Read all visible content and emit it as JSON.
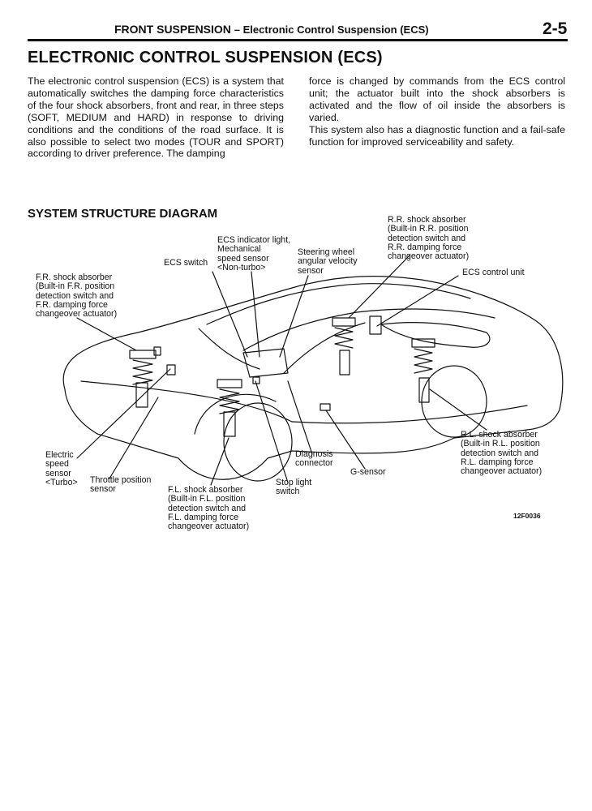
{
  "header": {
    "section": "FRONT SUSPENSION",
    "subsection": "– Electronic Control Suspension (ECS)",
    "page": "2-5"
  },
  "title": "ELECTRONIC CONTROL SUSPENSION (ECS)",
  "intro": {
    "left": "The electronic control suspension (ECS) is a system that automatically switches the damping force characteristics of the four shock absorbers, front and rear, in three steps (SOFT, MEDIUM and HARD) in response to driving conditions and the conditions of the road surface. It is also possible to select two modes (TOUR and SPORT) according to driver preference. The damping",
    "right_1": "force is changed by commands from the ECS control unit; the actuator built into the shock absorbers is activated and the flow of oil inside the absorbers is varied.",
    "right_2": "This system also has a diagnostic function and a fail-safe function for improved serviceability and safety."
  },
  "diagram": {
    "title": "SYSTEM STRUCTURE DIAGRAM",
    "figure_code": "12F0036",
    "labels": {
      "rr_shock": "R.R. shock absorber\n(Built-in R.R. position\ndetection switch and\nR.R. damping force\nchangeover actuator)",
      "ecs_indicator": "ECS indicator light,\nMechanical\nspeed sensor\n<Non-turbo>",
      "ecs_switch": "ECS switch",
      "steering_sensor": "Steering wheel\nangular velocity\nsensor",
      "ecs_control_unit": "ECS control unit",
      "fr_shock": "F.R. shock absorber\n(Built-in F.R. position\ndetection switch and\nF.R. damping force\nchangeover actuator)",
      "rl_shock": "R.L. shock absorber\n(Built-in R.L. position\ndetection switch and\nR.L. damping force\nchangeover actuator)",
      "electric_speed_sensor": "Electric\nspeed\nsensor\n<Turbo>",
      "throttle_sensor": "Throttle position\nsensor",
      "diagnosis_connector": "Diagnosis\nconnector",
      "g_sensor": "G-sensor",
      "stop_light_switch": "Stop light\nswitch",
      "fl_shock": "F.L. shock absorber\n(Built-in F.L. position\ndetection switch and\nF.L. damping force\nchangeover actuator)"
    }
  }
}
